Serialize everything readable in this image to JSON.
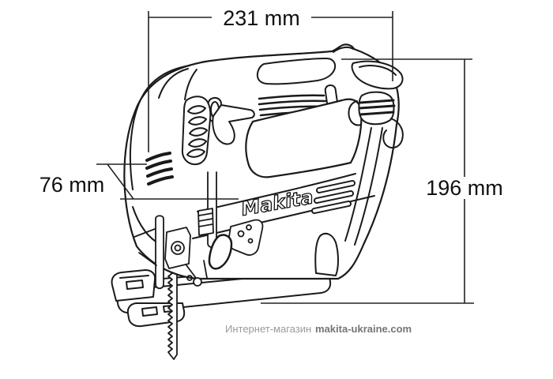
{
  "diagram": {
    "title": "jigsaw-dimensional-drawing",
    "brand": "Makita",
    "dimensions": {
      "overall_length": "231 mm",
      "overall_height": "196 mm",
      "grip_width": "76 mm"
    }
  },
  "watermark": {
    "prefix": "Интернет-магазин",
    "site": "makita-ukraine.com"
  },
  "colors": {
    "background": "#ffffff",
    "line_art": "#1a1a1a",
    "dimension_text": "#111111",
    "watermark_prefix": "#9a9a9a",
    "watermark_site": "#757575"
  }
}
